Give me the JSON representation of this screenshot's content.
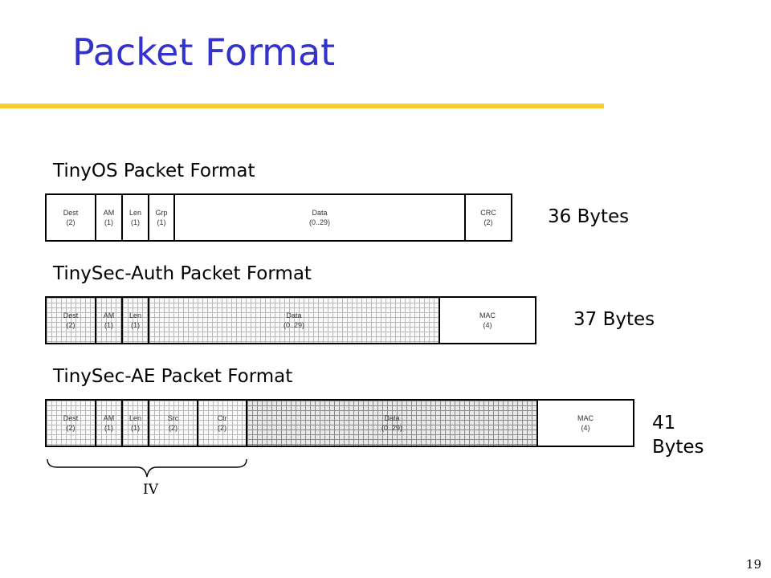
{
  "title": "Packet Format",
  "packets": [
    {
      "label": "TinyOS Packet Format",
      "size": "36 Bytes",
      "fields": [
        {
          "name": "Dest",
          "bytes": "(2)"
        },
        {
          "name": "AM",
          "bytes": "(1)"
        },
        {
          "name": "Len",
          "bytes": "(1)"
        },
        {
          "name": "Grp",
          "bytes": "(1)"
        },
        {
          "name": "Data",
          "bytes": "(0..29)"
        },
        {
          "name": "CRC",
          "bytes": "(2)"
        }
      ]
    },
    {
      "label": "TinySec-Auth Packet Format",
      "size": "37 Bytes",
      "fields": [
        {
          "name": "Dest",
          "bytes": "(2)"
        },
        {
          "name": "AM",
          "bytes": "(1)"
        },
        {
          "name": "Len",
          "bytes": "(1)"
        },
        {
          "name": "Data",
          "bytes": "(0..29)"
        },
        {
          "name": "MAC",
          "bytes": "(4)"
        }
      ]
    },
    {
      "label": "TinySec-AE Packet Format",
      "size": "41 Bytes",
      "fields": [
        {
          "name": "Dest",
          "bytes": "(2)"
        },
        {
          "name": "AM",
          "bytes": "(1)"
        },
        {
          "name": "Len",
          "bytes": "(1)"
        },
        {
          "name": "Src",
          "bytes": "(2)"
        },
        {
          "name": "Ctr",
          "bytes": "(2)"
        },
        {
          "name": "Data",
          "bytes": "(0..29)"
        },
        {
          "name": "MAC",
          "bytes": "(4)"
        }
      ]
    }
  ],
  "iv_label": "IV",
  "page_number": "19",
  "colors": {
    "title": "#3333cc",
    "rule": "#ffcc33"
  }
}
